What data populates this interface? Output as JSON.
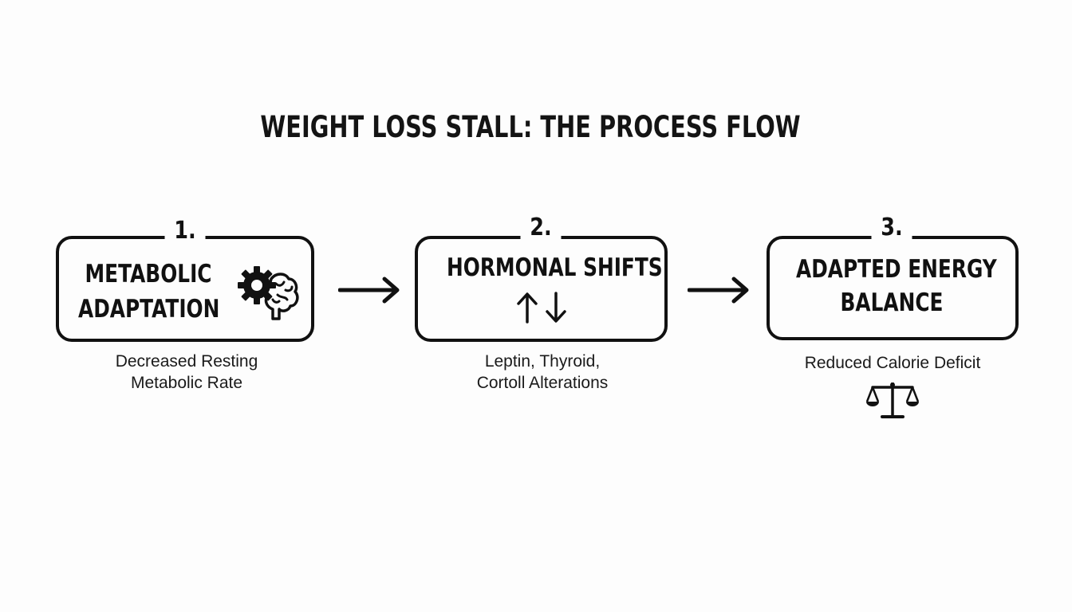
{
  "title": "WEIGHT LOSS STALL: THE PROCESS FLOW",
  "steps": [
    {
      "number": "1.",
      "title_line1": "METABOLIC",
      "title_line2": "ADAPTATION",
      "icon": "gear-brain-icon",
      "caption_line1": "Decreased Resting",
      "caption_line2": "Metabolic Rate"
    },
    {
      "number": "2.",
      "title_line1": "HORMONAL SHIFTS",
      "icon": "up-down-arrows-icon",
      "caption_line1": "Leptin, Thyroid,",
      "caption_line2": "Cortoll Alterations"
    },
    {
      "number": "3.",
      "title_line1": "ADAPTED ENERGY",
      "title_line2": "BALANCE",
      "icon": "balance-scale-icon",
      "caption_line1": "Reduced Calorie Deficit"
    }
  ],
  "colors": {
    "ink": "#111111",
    "background": "#fdfdfd"
  }
}
